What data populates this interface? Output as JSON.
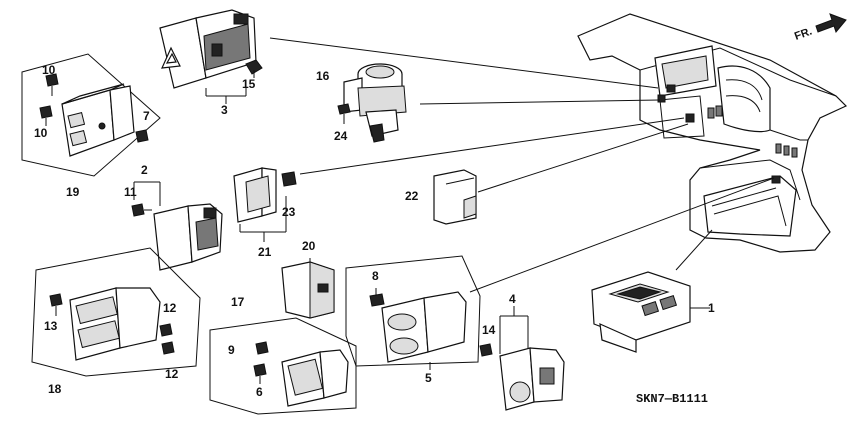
{
  "diagram": {
    "code": "SKN7—B1111",
    "direction_label": "FR.",
    "callouts": [
      {
        "id": "c1",
        "text": "1"
      },
      {
        "id": "c2",
        "text": "2"
      },
      {
        "id": "c3",
        "text": "3"
      },
      {
        "id": "c4",
        "text": "4"
      },
      {
        "id": "c5",
        "text": "5"
      },
      {
        "id": "c6",
        "text": "6"
      },
      {
        "id": "c7",
        "text": "7"
      },
      {
        "id": "c8",
        "text": "8"
      },
      {
        "id": "c9",
        "text": "9"
      },
      {
        "id": "c10a",
        "text": "10"
      },
      {
        "id": "c10b",
        "text": "10"
      },
      {
        "id": "c11",
        "text": "11"
      },
      {
        "id": "c12a",
        "text": "12"
      },
      {
        "id": "c12b",
        "text": "12"
      },
      {
        "id": "c13",
        "text": "13"
      },
      {
        "id": "c14",
        "text": "14"
      },
      {
        "id": "c15",
        "text": "15"
      },
      {
        "id": "c16",
        "text": "16"
      },
      {
        "id": "c17",
        "text": "17"
      },
      {
        "id": "c18",
        "text": "18"
      },
      {
        "id": "c19",
        "text": "19"
      },
      {
        "id": "c20",
        "text": "20"
      },
      {
        "id": "c21",
        "text": "21"
      },
      {
        "id": "c22",
        "text": "22"
      },
      {
        "id": "c23",
        "text": "23"
      },
      {
        "id": "c24",
        "text": "24"
      }
    ]
  }
}
